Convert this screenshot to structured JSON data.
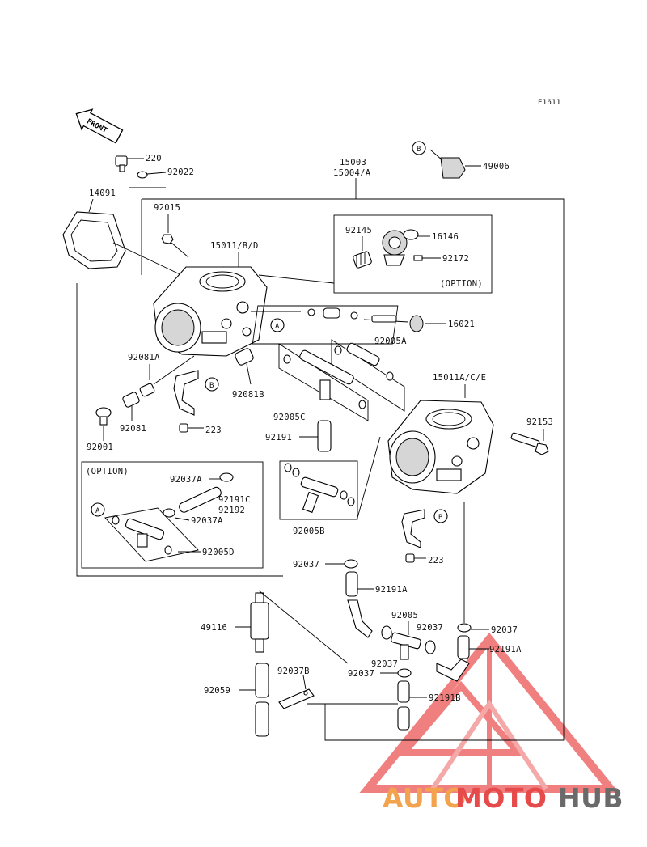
{
  "diagram_code": "E1611",
  "front_label": "FRONT",
  "option_label_1": "(OPTION)",
  "option_label_2": "(OPTION)",
  "ref_a": "A",
  "ref_b": "B",
  "watermark": {
    "part1": "AUTO",
    "part2": "MOTO",
    "part3": "HUB",
    "color1": "#f3a34d",
    "color2": "#e64a4a",
    "color3": "#6a6a6a"
  },
  "parts": {
    "p220": "220",
    "p92022": "92022",
    "p14091": "14091",
    "p15003": "15003",
    "p15004": "15004/A",
    "p49006": "49006",
    "p92015": "92015",
    "p15011_bd": "15011/B/D",
    "p92145": "92145",
    "p16146": "16146",
    "p92172": "92172",
    "p16021": "16021",
    "p92005A": "92005A",
    "p15011_ace": "15011A/C/E",
    "p92081A": "92081A",
    "p92081B": "92081B",
    "p92081": "92081",
    "p223_top": "223",
    "p92005C": "92005C",
    "p92001": "92001",
    "p92191": "92191",
    "p92153": "92153",
    "p92037A_1": "92037A",
    "p92191C": "92191C",
    "p92192": "92192",
    "p92037A_2": "92037A",
    "p92005D": "92005D",
    "p92005B": "92005B",
    "p223_bottom": "223",
    "p92037_1": "92037",
    "p92191A_1": "92191A",
    "p49116": "49116",
    "p92005": "92005",
    "p92037_2": "92037",
    "p92037_3": "92037",
    "p92037_4": "92037",
    "p92037_5": "92037",
    "p92191A_2": "92191A",
    "p92059": "92059",
    "p92037B": "92037B",
    "p92191B": "92191B"
  }
}
